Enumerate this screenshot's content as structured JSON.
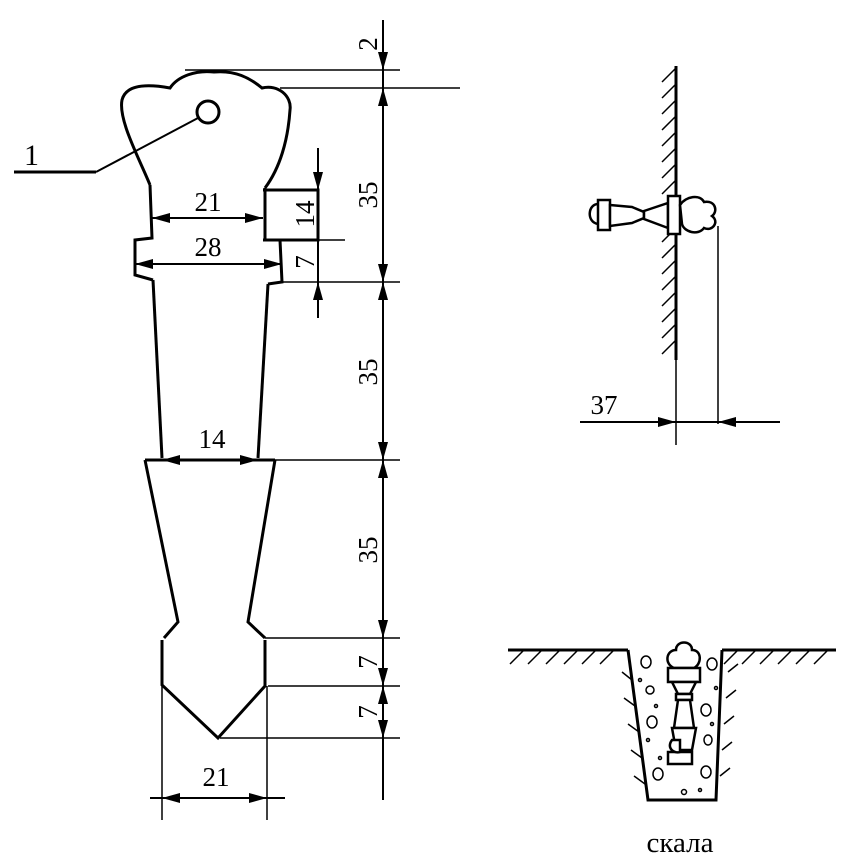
{
  "main_view": {
    "part_label": "1",
    "dimensions": {
      "top_offset": "2",
      "head_height": "35",
      "shoulder_step_height": "14",
      "lower_step_height": "7",
      "head_width": "21",
      "shoulder_width": "28",
      "shank_height": "35",
      "neck_width": "14",
      "wedge_height": "35",
      "tip_shoulder_height": "7",
      "tip_height": "7",
      "tip_width": "21"
    }
  },
  "side_view": {
    "dimensions": {
      "protrusion": "37"
    }
  },
  "rock_view": {
    "caption": "скала"
  }
}
